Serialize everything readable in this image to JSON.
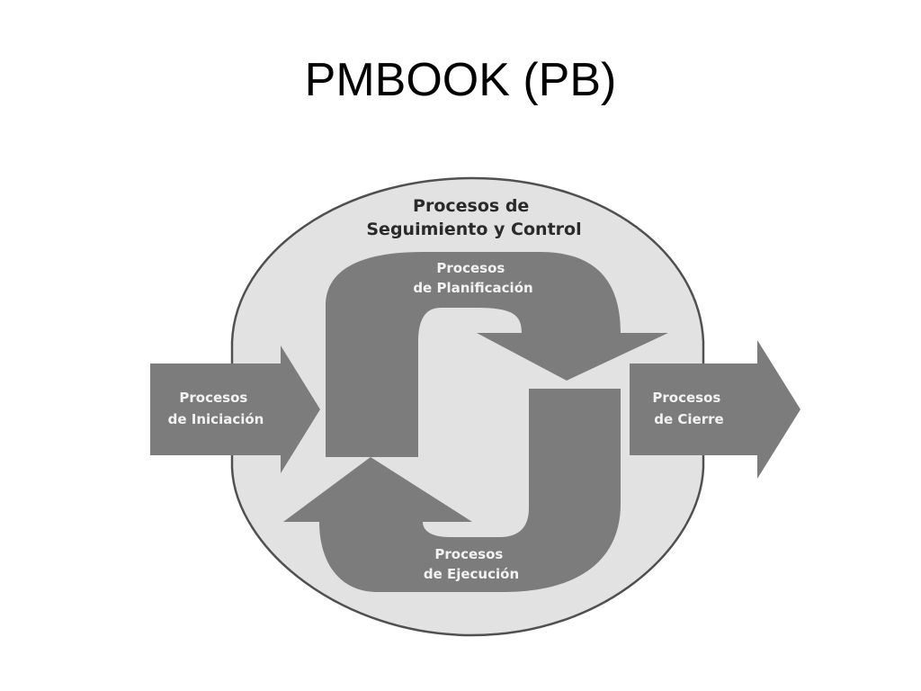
{
  "slide": {
    "title": "PMBOOK (PB)"
  },
  "diagram": {
    "monitoring": {
      "line1": "Procesos de",
      "line2": "Seguimiento y Control"
    },
    "planning": {
      "line1": "Procesos",
      "line2": "de Planificación"
    },
    "initiating": {
      "line1": "Procesos",
      "line2": "de Iniciación"
    },
    "closing": {
      "line1": "Procesos",
      "line2": "de Cierre"
    },
    "executing": {
      "line1": "Procesos",
      "line2": "de Ejecución"
    }
  },
  "colors": {
    "oval_fill": "#e2e2e2",
    "oval_stroke": "#505050",
    "arrow_fill": "#7c7c7c",
    "arrow_text": "#f2f2f2",
    "dark_text": "#2a2a2a",
    "background": "#ffffff"
  }
}
